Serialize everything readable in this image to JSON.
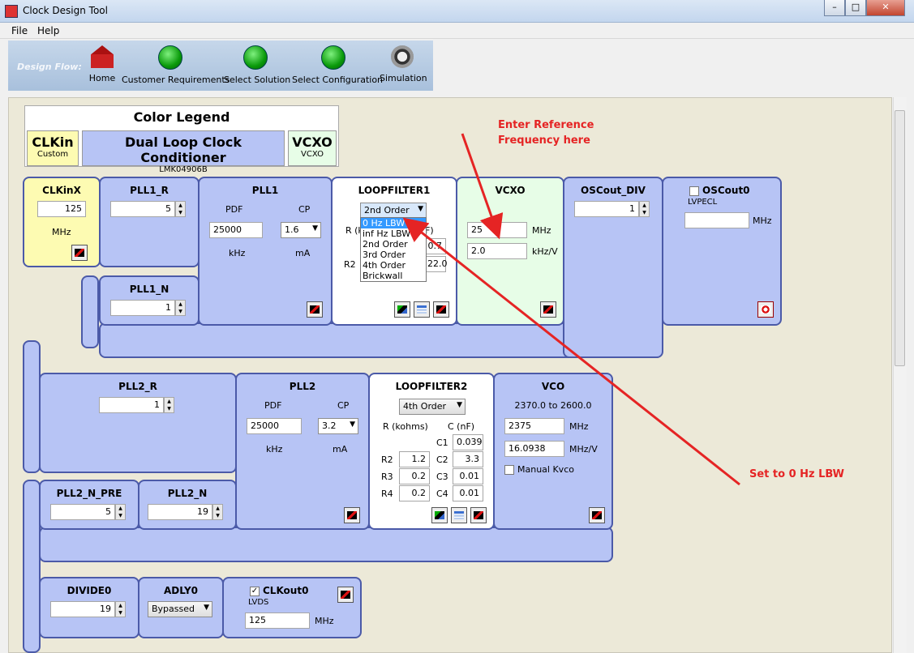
{
  "window": {
    "title": "Clock Design Tool",
    "min": "–",
    "max": "□",
    "close": "✕"
  },
  "menu": {
    "file": "File",
    "help": "Help"
  },
  "flow": {
    "label": "Design Flow:",
    "items": [
      "Home",
      "Customer Requirements",
      "Select Solution",
      "Select Configuration",
      "Simulation"
    ]
  },
  "legend": {
    "title": "Color Legend",
    "clkin": "CLKin",
    "clkin_sub": "Custom",
    "device": "Dual Loop Clock Conditioner",
    "device_sub": "LMK04906B",
    "vcxo": "VCXO",
    "vcxo_sub": "VCXO"
  },
  "clkinx": {
    "title": "CLKinX",
    "value": "125",
    "unit": "MHz"
  },
  "pll1_r": {
    "title": "PLL1_R",
    "value": "5"
  },
  "pll1_n": {
    "title": "PLL1_N",
    "value": "1"
  },
  "pll1": {
    "title": "PLL1",
    "pdf_label": "PDF",
    "cp_label": "CP",
    "pdf": "25000",
    "cp": "1.6",
    "pdf_unit": "kHz",
    "cp_unit": "mA"
  },
  "loopfilter1": {
    "title": "LOOPFILTER1",
    "order": "2nd Order",
    "r_label": "R (k",
    "c_label": "F)",
    "r2": "R2",
    "c_partial": "0.7",
    "c2_partial": "22.0",
    "options": [
      "0 Hz LBW",
      "inf Hz LBW",
      "2nd Order",
      "3rd Order",
      "4th Order",
      "Brickwall"
    ]
  },
  "vcxo": {
    "title": "VCXO",
    "freq": "25",
    "freq_unit": "MHz",
    "kv": "2.0",
    "kv_unit": "kHz/V"
  },
  "oscout_div": {
    "title": "OSCout_DIV",
    "value": "1"
  },
  "oscout0": {
    "title": "OSCout0",
    "sub": "LVPECL",
    "value": "",
    "unit": "MHz"
  },
  "pll2_r": {
    "title": "PLL2_R",
    "value": "1"
  },
  "pll2": {
    "title": "PLL2",
    "pdf_label": "PDF",
    "cp_label": "CP",
    "pdf": "25000",
    "cp": "3.2",
    "pdf_unit": "kHz",
    "cp_unit": "mA"
  },
  "loopfilter2": {
    "title": "LOOPFILTER2",
    "order": "4th Order",
    "r_header": "R (kohms)",
    "c_header": "C (nF)",
    "rows": [
      {
        "r_label": "",
        "r": "",
        "c_label": "C1",
        "c": "0.039"
      },
      {
        "r_label": "R2",
        "r": "1.2",
        "c_label": "C2",
        "c": "3.3"
      },
      {
        "r_label": "R3",
        "r": "0.2",
        "c_label": "C3",
        "c": "0.01"
      },
      {
        "r_label": "R4",
        "r": "0.2",
        "c_label": "C4",
        "c": "0.01"
      }
    ]
  },
  "vco": {
    "title": "VCO",
    "range": "2370.0 to 2600.0",
    "freq": "2375",
    "freq_unit": "MHz",
    "kv": "16.0938",
    "kv_unit": "MHz/V",
    "manual": "Manual Kvco"
  },
  "pll2_n_pre": {
    "title": "PLL2_N_PRE",
    "value": "5"
  },
  "pll2_n": {
    "title": "PLL2_N",
    "value": "19"
  },
  "divide0": {
    "title": "DIVIDE0",
    "value": "19"
  },
  "adly0": {
    "title": "ADLY0",
    "value": "Bypassed"
  },
  "clkout0": {
    "title": "CLKout0",
    "sub": "LVDS",
    "value": "125",
    "unit": "MHz"
  },
  "annotations": {
    "ref": "Enter Reference\nFrequency here",
    "lbw": "Set to 0 Hz LBW"
  },
  "colors": {
    "block": "#b7c4f5",
    "border": "#4b5aa8",
    "clkin": "#fdfbb2",
    "vcxo": "#e7fde7",
    "annotation": "#e52424"
  }
}
